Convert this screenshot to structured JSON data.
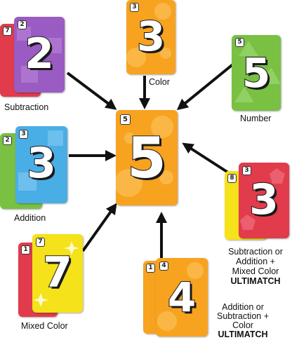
{
  "colors": {
    "orange": "#f7a320",
    "green": "#79c043",
    "purple": "#9a5bc2",
    "blue": "#4aaee6",
    "red": "#e23b4c",
    "yellow": "#f5e21a",
    "arrow": "#111111"
  },
  "center_card": {
    "number": "5",
    "corner": "5",
    "color": "orange"
  },
  "cards": {
    "subtraction_front": {
      "number": "2",
      "corner": "2",
      "color": "purple"
    },
    "subtraction_back": {
      "number": "7",
      "corner": "7",
      "color": "red"
    },
    "color_card": {
      "number": "3",
      "corner": "3",
      "color": "orange"
    },
    "number_card": {
      "number": "5",
      "corner": "5",
      "color": "green"
    },
    "addition_front": {
      "number": "3",
      "corner": "3",
      "color": "blue"
    },
    "addition_back": {
      "number": "2",
      "corner": "2",
      "color": "green"
    },
    "mixed_front": {
      "number": "7",
      "corner": "7",
      "color": "yellow"
    },
    "mixed_back": {
      "number": "1",
      "corner": "1",
      "color": "red"
    },
    "ultimatch1_front": {
      "number": "3",
      "corner": "3",
      "color": "red"
    },
    "ultimatch1_back": {
      "number": "8",
      "corner": "8",
      "color": "yellow"
    },
    "ultimatch2_front": {
      "number": "4",
      "corner": "4",
      "color": "orange"
    },
    "ultimatch2_back": {
      "number": "1",
      "corner": "1",
      "color": "orange"
    }
  },
  "labels": {
    "subtraction": "Subtraction",
    "color": "Color",
    "number": "Number",
    "addition": "Addition",
    "mixed_color": "Mixed Color",
    "ultimatch1_line1": "Subtraction or",
    "ultimatch1_line2": "Addition +",
    "ultimatch1_line3": "Mixed Color",
    "ultimatch1_line4": "ULTIMATCH",
    "ultimatch2_line1": "Addition or",
    "ultimatch2_line2": "Subtraction +",
    "ultimatch2_line3": "Color",
    "ultimatch2_line4": "ULTIMATCH"
  }
}
